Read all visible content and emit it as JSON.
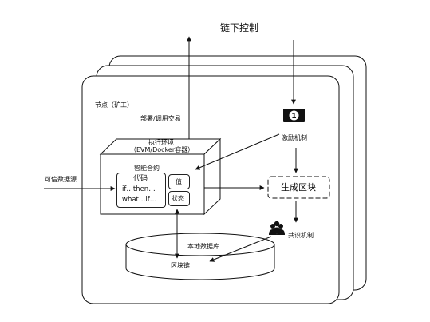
{
  "offchain_control": "链下控制",
  "node_label": "节点（矿工）",
  "deploy_call_tx": "部署/调用交易",
  "exec_env": {
    "line1": "执行环境",
    "line2": "（EVM/Docker容器）"
  },
  "smart_contract": {
    "title": "智能合约",
    "code_title": "代码",
    "code_line1": "if…then…",
    "code_line2": "what…if…",
    "value": "值",
    "state": "状态"
  },
  "trusted_data_source": "可信数据源",
  "incentive": "激励机制",
  "generate_block": "生成区块",
  "consensus": "共识机制",
  "local_db": "本地数据库",
  "blockchain": "区块链",
  "icons": {
    "money": "money-icon",
    "people": "people-group-icon"
  }
}
